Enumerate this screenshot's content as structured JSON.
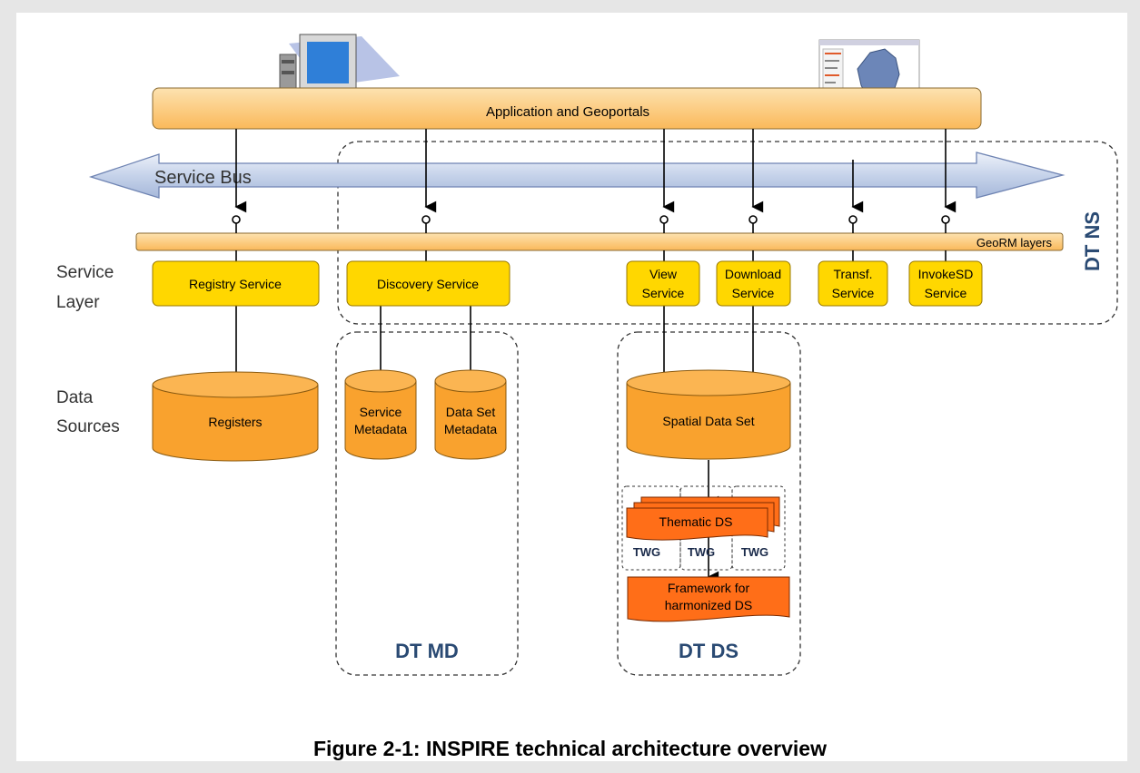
{
  "diagram": {
    "application_bar": "Application and Geoportals",
    "service_bus": "Service  Bus",
    "georm": "GeoRM layers",
    "row_labels": {
      "service_layer": [
        "Service",
        "Layer"
      ],
      "data_sources": [
        "Data",
        "Sources"
      ]
    },
    "services": {
      "registry": [
        "Registry Service"
      ],
      "discovery": [
        "Discovery Service"
      ],
      "view": [
        "View",
        "Service"
      ],
      "download": [
        "Download",
        "Service"
      ],
      "transf": [
        "Transf.",
        "Service"
      ],
      "invoke": [
        "InvokeSD",
        "Service"
      ]
    },
    "data_stores": {
      "registers": [
        "Registers"
      ],
      "service_metadata": [
        "Service",
        "Metadata"
      ],
      "dataset_metadata": [
        "Data Set",
        "Metadata"
      ],
      "spatial": [
        "Spatial Data Set"
      ]
    },
    "thematic": "Thematic DS",
    "twg": [
      "TWG",
      "TWG",
      "TWG"
    ],
    "framework": [
      "Framework for",
      "harmonized DS"
    ],
    "groups": {
      "ns": "DT NS",
      "md": "DT MD",
      "ds": "DT DS"
    },
    "caption": "Figure 2-1: INSPIRE technical architecture overview"
  },
  "colors": {
    "bar_fill": "#fcc978",
    "service_fill": "#ffd700",
    "db_fill": "#f9a22e",
    "thematic_fill": "#ff6e18",
    "group_label": "#2a4a73",
    "bus_fill": "#c9d5ea"
  }
}
